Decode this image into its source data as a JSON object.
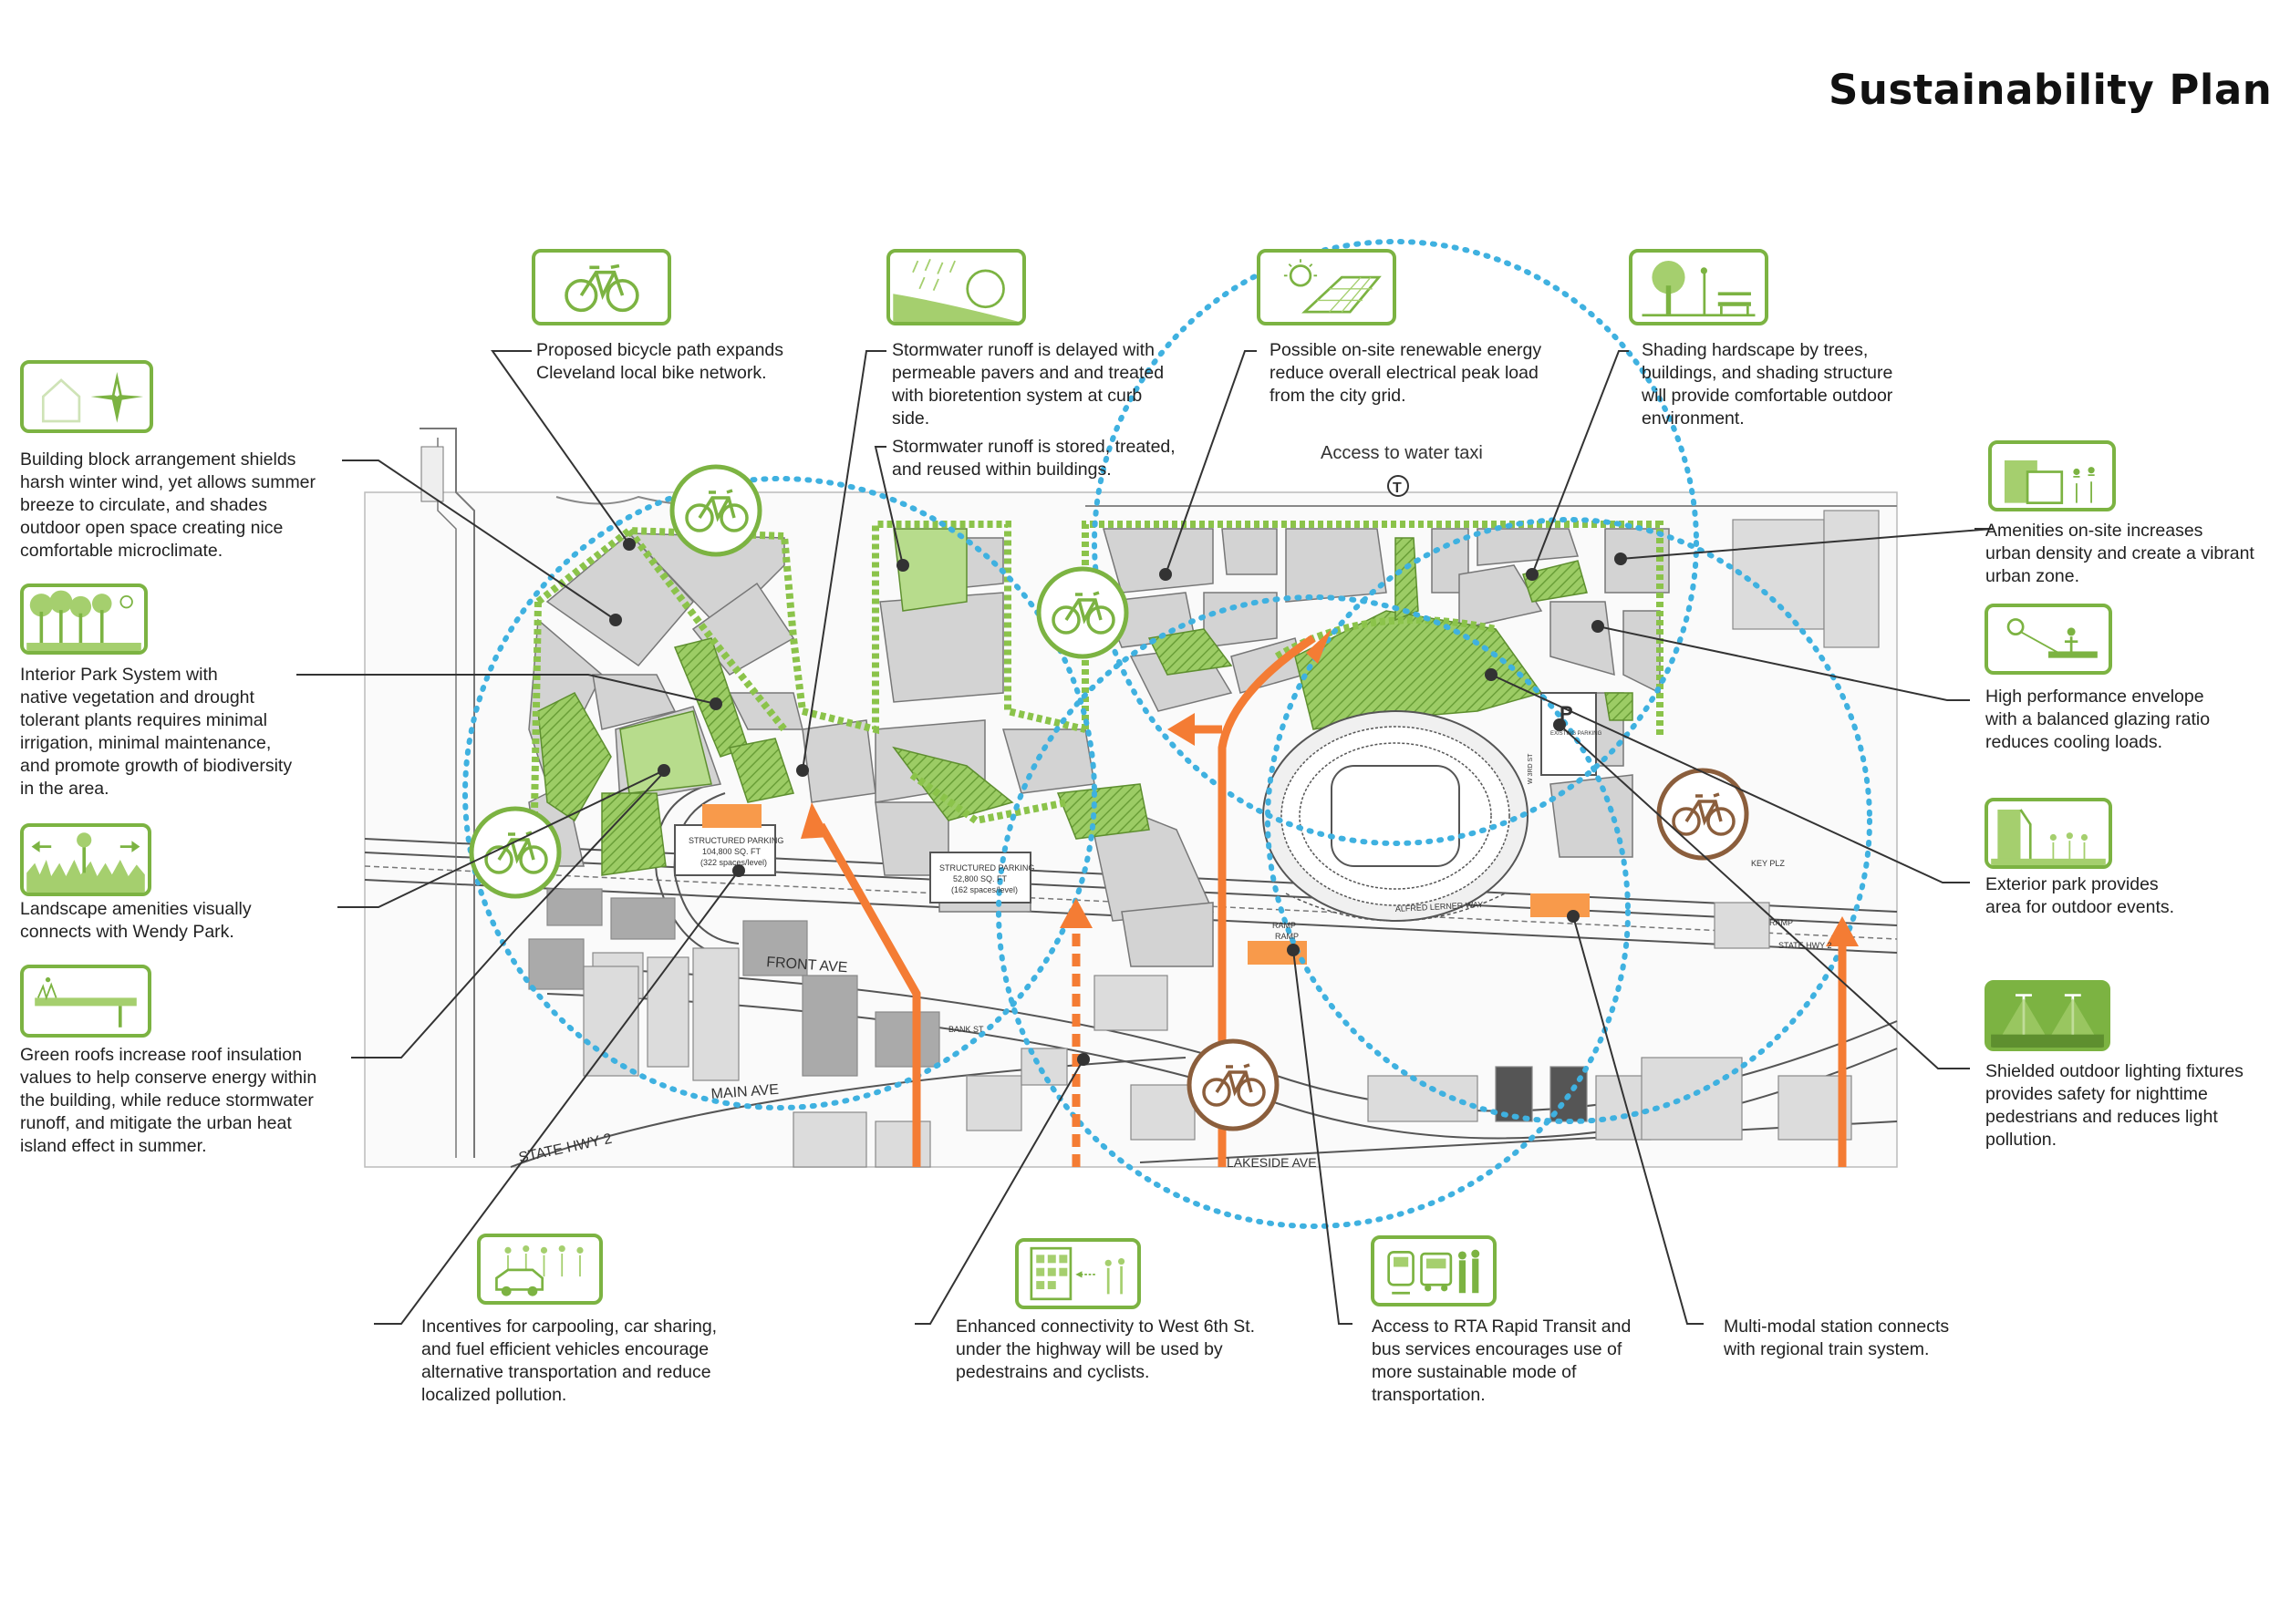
{
  "title": "Sustainability Plan",
  "map_labels": {
    "water_taxi": "Access to water taxi",
    "transit_symbol": "T",
    "parking_1": "STRUCTURED PARKING",
    "parking_1_area": "104,800 SQ. FT",
    "parking_1_spaces": "(322 spaces/level)",
    "parking_2": "STRUCTURED PARKING",
    "parking_2_area": "52,800 SQ. FT",
    "parking_2_spaces": "(162 spaces/level)",
    "front_ave": "FRONT AVE",
    "main_ave": "MAIN AVE",
    "state_hwy": "STATE HWY 2",
    "state_hwy_east": "STATE HWY 2",
    "lakeside": "LAKESIDE AVE",
    "alfred_lerner": "ALFRED LERNER WAY",
    "bank_st": "BANK ST",
    "ramp_1": "RAMP",
    "ramp_2": "RAMP",
    "ramp_3": "RAMP",
    "key_plz": "KEY PLZ",
    "parking_p": "P",
    "parking_existing": "EXISTING PARKING",
    "w3rd": "W 3RD ST"
  },
  "notes": {
    "bike_path": "Proposed bicycle path expands\nCleveland local bike network.",
    "stormwater_delay": "Stormwater runoff is delayed with\npermeable pavers and and treated\nwith bioretention system at curb\nside.",
    "stormwater_store": "Stormwater runoff is stored, treated,\nand reused within buildings.",
    "renewable": "Possible on-site renewable energy\nreduce overall electrical peak load\nfrom the city grid.",
    "shading": "Shading hardscape by trees,\nbuildings, and shading structure\nwill provide comfortable outdoor\nenvironment.",
    "building_block": "Building block arrangement shields\nharsh winter wind, yet allows summer\nbreeze to circulate, and shades\noutdoor open space creating nice\ncomfortable microclimate.",
    "interior_park": "Interior Park System with\nnative vegetation and drought\ntolerant plants requires minimal\nirrigation, minimal maintenance,\nand promote growth of biodiversity\nin the area.",
    "landscape": "Landscape amenities visually\nconnects with Wendy Park.",
    "green_roofs": "Green roofs increase roof insulation\nvalues to help conserve energy within\nthe building, while reduce stormwater\nrunoff, and mitigate the urban heat\nisland effect in summer.",
    "amenities": "Amenities on-site increases\nurban density and create a vibrant\nurban zone.",
    "envelope": "High performance envelope\nwith a balanced glazing ratio\nreduces cooling loads.",
    "exterior_park": "Exterior park provides\narea for outdoor events.",
    "lighting": "Shielded outdoor lighting fixtures\nprovides safety for nighttime\npedestrians and reduces light\npollution.",
    "carpool": "Incentives for carpooling, car sharing,\nand fuel efficient vehicles encourage\nalternative transportation and reduce\nlocalized pollution.",
    "connectivity": "Enhanced connectivity to West 6th St.\nunder the highway will be used by\npedestrains and cyclists.",
    "rta": "Access to RTA Rapid Transit and\nbus services encourages use of\nmore sustainable mode of\ntransportation.",
    "multimodal": "Multi-modal station connects\nwith regional train system."
  },
  "icons": {
    "bike_path": "bicycle-icon",
    "stormwater": "rain-tree-icon",
    "renewable": "solar-panel-icon",
    "shading": "tree-lamp-bench-icon",
    "building_block": "house-compass-icon",
    "interior_park": "forest-icon",
    "landscape": "grass-arrows-icon",
    "green_roofs": "green-roof-icon",
    "amenities": "buildings-people-icon",
    "envelope": "sun-window-icon",
    "exterior_park": "park-people-icon",
    "lighting": "light-fixture-icon",
    "carpool": "car-sharing-icon",
    "connectivity": "tunnel-pedestrian-icon",
    "rta": "train-bus-icon",
    "map_bikes": "bicycle-icon"
  },
  "colors": {
    "green": "#7cb342",
    "light_green": "#a5cf6e",
    "orange": "#f47c34",
    "blue_dotted": "#3fb1e0",
    "brown_bike": "#8b5e3c",
    "building_gray": "#d8d8d8",
    "line": "#333333"
  }
}
